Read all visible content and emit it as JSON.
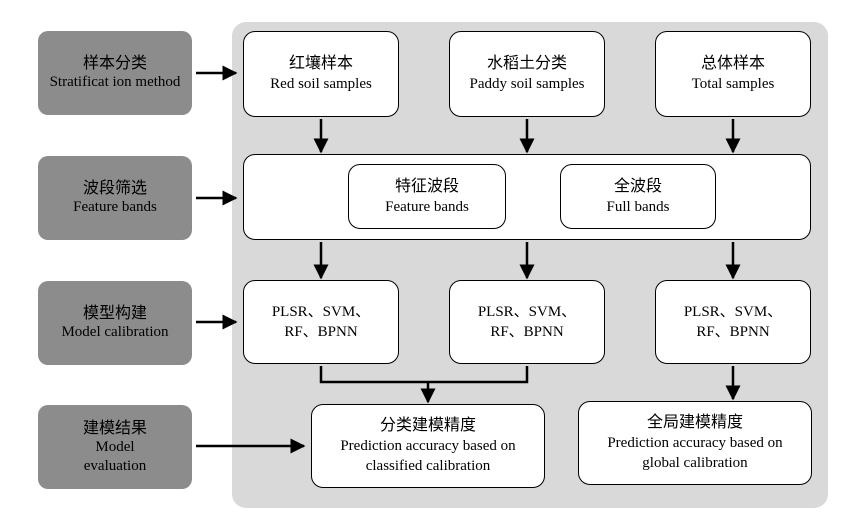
{
  "sidebar": [
    {
      "zh": "样本分类",
      "en": "Stratificat ion method"
    },
    {
      "zh": "波段筛选",
      "en": "Feature bands"
    },
    {
      "zh": "模型构建",
      "en": "Model calibration"
    },
    {
      "zh": "建模结果",
      "en1": "Model",
      "en2": "evaluation"
    }
  ],
  "samples": [
    {
      "zh": "红壤样本",
      "en": "Red soil samples"
    },
    {
      "zh": "水稻土分类",
      "en": "Paddy soil samples"
    },
    {
      "zh": "总体样本",
      "en": "Total samples"
    }
  ],
  "bands": [
    {
      "zh": "特征波段",
      "en": "Feature bands"
    },
    {
      "zh": "全波段",
      "en": "Full bands"
    }
  ],
  "models": [
    {
      "line1": "PLSR、SVM、",
      "line2": "RF、BPNN"
    },
    {
      "line1": "PLSR、SVM、",
      "line2": "RF、BPNN"
    },
    {
      "line1": "PLSR、SVM、",
      "line2": "RF、BPNN"
    }
  ],
  "results": [
    {
      "zh": "分类建模精度",
      "en1": "Prediction accuracy based on",
      "en2": "classified calibration"
    },
    {
      "zh": "全局建模精度",
      "en1": "Prediction accuracy based on",
      "en2": "global calibration"
    }
  ]
}
